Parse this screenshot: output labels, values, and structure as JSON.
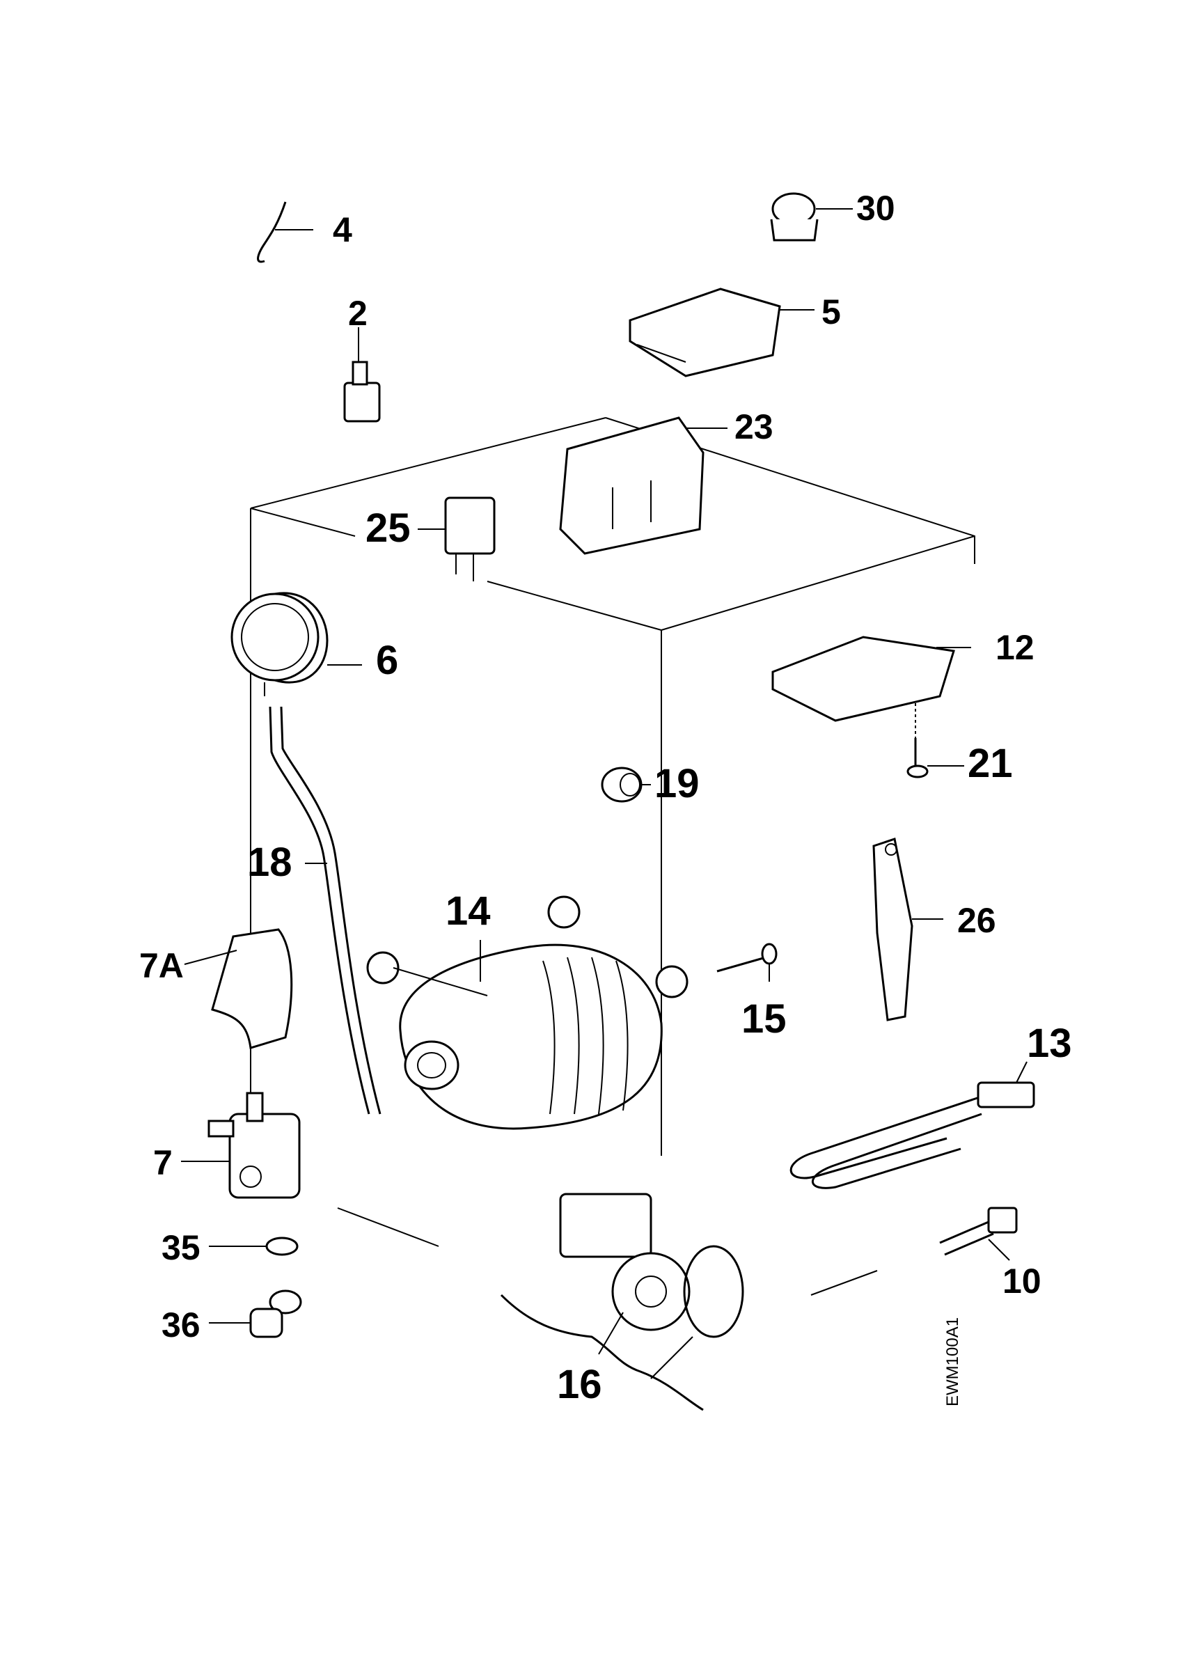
{
  "diagram": {
    "drawing_code": "EWM100A1",
    "callouts": [
      "4",
      "2",
      "30",
      "5",
      "23",
      "25",
      "6",
      "12",
      "21",
      "19",
      "18",
      "14",
      "7A",
      "15",
      "26",
      "13",
      "7",
      "35",
      "36",
      "16",
      "10"
    ]
  },
  "colors": {
    "ink": "#000000",
    "paper": "#ffffff"
  }
}
